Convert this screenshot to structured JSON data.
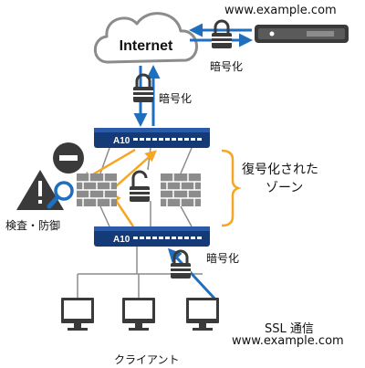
{
  "internet_label": "Internet",
  "server_url": "www.example.com",
  "encryption_label_top": "暗号化",
  "encryption_label_middle": "暗号化",
  "encryption_label_bottom": "暗号化",
  "device_brand": "A10",
  "decrypted_zone": {
    "line1": "復号化された",
    "line2": "ゾーン"
  },
  "inspection_label": "検査・防御",
  "ssl_label": "SSL 通信",
  "client_url": "www.example.com",
  "clients_label": "クライアント",
  "colors": {
    "arrow_blue": "#1f6fbf",
    "device_navy": "#153a78",
    "orange": "#f5a623",
    "gray": "#8c8c8c",
    "dark": "#3a3a3a"
  }
}
